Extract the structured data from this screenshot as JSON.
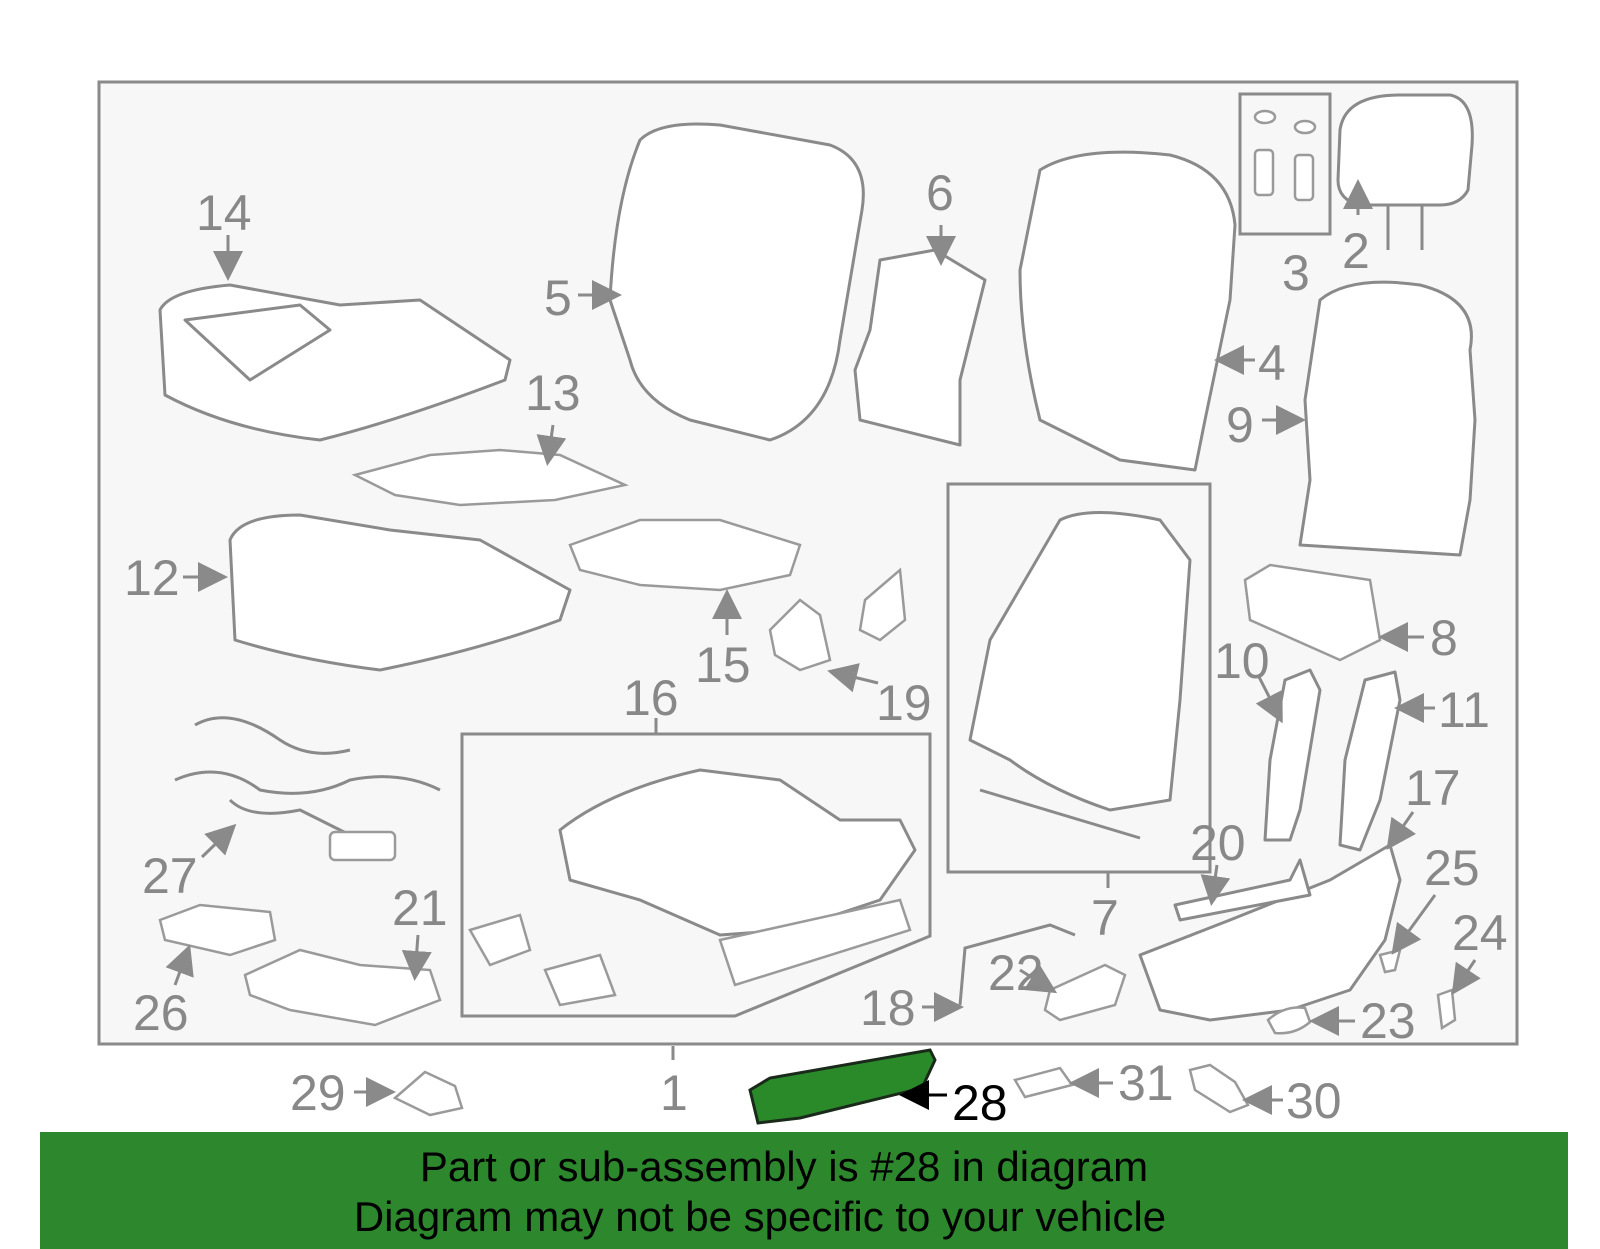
{
  "diagram": {
    "callouts": [
      "1",
      "2",
      "3",
      "4",
      "5",
      "6",
      "7",
      "8",
      "9",
      "10",
      "11",
      "12",
      "13",
      "14",
      "15",
      "16",
      "17",
      "18",
      "19",
      "20",
      "21",
      "22",
      "23",
      "24",
      "25",
      "26",
      "27",
      "28",
      "29",
      "30",
      "31"
    ],
    "highlighted_part": "28",
    "colors": {
      "highlight": "#2d882d",
      "line": "#8a8a8a",
      "frame_bg": "#f7f7f7"
    }
  },
  "banner": {
    "line1": "Part or sub-assembly is #28 in diagram",
    "line2": "Diagram may not be specific to your vehicle"
  }
}
